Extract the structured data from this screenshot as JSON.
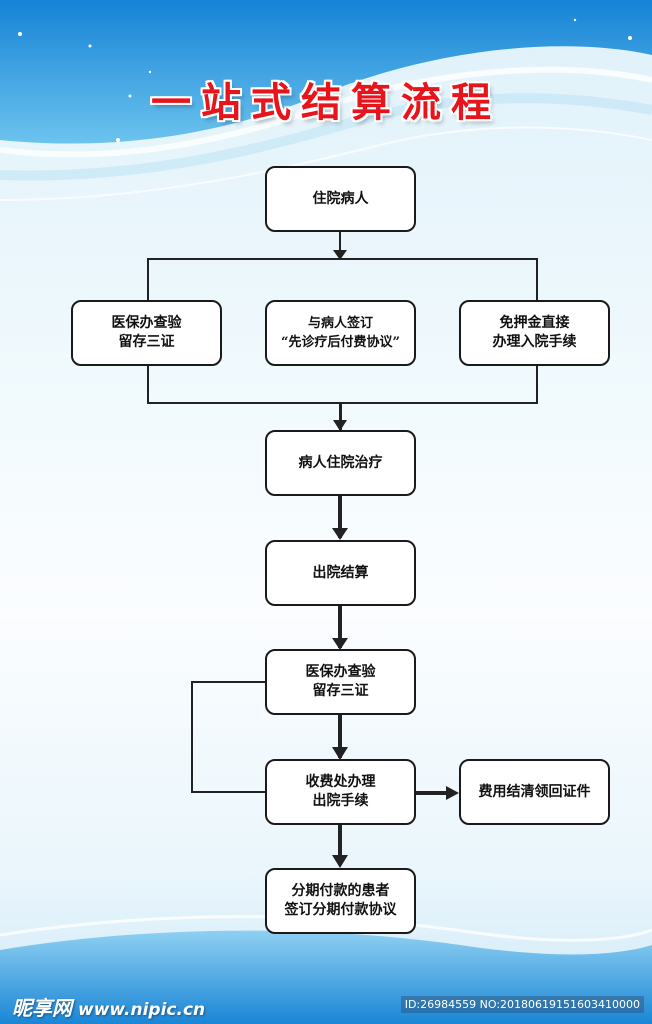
{
  "title": "一站式结算流程",
  "nodes": {
    "admission": "住院病人",
    "verify_a": [
      "医保办查验",
      "留存三证"
    ],
    "sign_a": [
      "与病人签订",
      "“先诊疗后付费协议”"
    ],
    "deposit": [
      "免押金直接",
      "办理入院手续"
    ],
    "treatment": "病人住院治疗",
    "discharge": "出院结算",
    "verify_b": [
      "医保办查验",
      "留存三证"
    ],
    "cashier": [
      "收费处办理",
      "出院手续"
    ],
    "receipt": "费用结清领回证件",
    "installment": [
      "分期付款的患者",
      "签订分期付款协议"
    ]
  },
  "watermark": {
    "logo": "昵享网",
    "url": "www.nipic.cn",
    "id": "ID:26984559 NO:20180619151603410000"
  },
  "colors": {
    "title": "#e8141b",
    "box_border": "#1a1a1a",
    "background_blue": "#1e8fd8"
  }
}
